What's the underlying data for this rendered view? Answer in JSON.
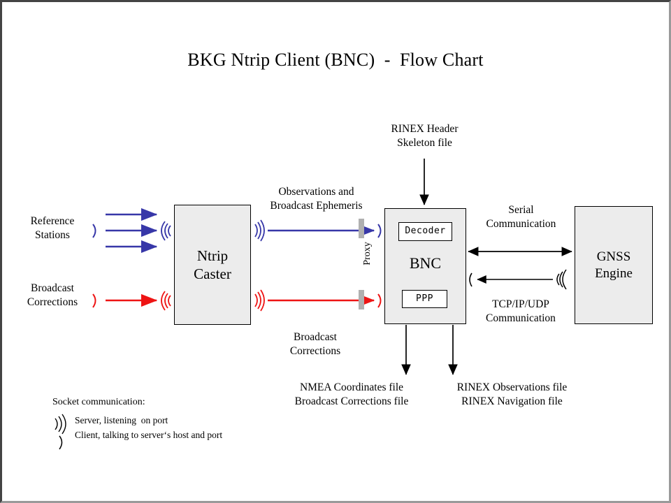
{
  "title": "BKG Ntrip Client (BNC)  -  Flow Chart",
  "colors": {
    "blue": "#3737a8",
    "red": "#ee1414",
    "black": "#000000",
    "box_fill": "#ececec",
    "proxy_bar": "#b0b0b0",
    "frame_dark": "#444444",
    "frame_light": "#9a9a9a"
  },
  "nodes": {
    "ntrip_caster": "Ntrip\nCaster",
    "bnc": "BNC",
    "decoder": "Decoder",
    "ppp": "PPP",
    "gnss_engine": "GNSS\nEngine"
  },
  "labels": {
    "reference_stations": "Reference\nStations",
    "broadcast_corrections_in": "Broadcast\nCorrections",
    "observations_ephemeris": "Observations and\nBroadcast Ephemeris",
    "broadcast_corrections_out": "Broadcast\nCorrections",
    "rinex_header_skeleton": "RINEX Header\nSkeleton file",
    "serial_communication": "Serial\nCommunication",
    "tcpip_communication": "TCP/IP/UDP\nCommunication",
    "proxy": "Proxy",
    "output_nmea": "NMEA Coordinates file\nBroadcast Corrections file",
    "output_rinex": "RINEX Observations file\nRINEX Navigation file"
  },
  "legend": {
    "title": "Socket communication:",
    "items": [
      {
        "symbol": "server-antenna-icon",
        "text": "Server, listening  on port"
      },
      {
        "symbol": "client-paren-icon",
        "text": "Client, talking to server‘s host and port"
      }
    ]
  },
  "connections": [
    {
      "name": "reference-stations-to-caster",
      "color": "#3737a8",
      "style": "arrow",
      "count": 3
    },
    {
      "name": "broadcast-corrections-to-caster",
      "color": "#ee1414",
      "style": "arrow",
      "count": 1
    },
    {
      "name": "caster-to-bnc-observations",
      "color": "#3737a8",
      "style": "arrow",
      "count": 1
    },
    {
      "name": "caster-to-bnc-corrections",
      "color": "#ee1414",
      "style": "arrow",
      "count": 1
    },
    {
      "name": "rinex-header-to-bnc",
      "color": "#000000",
      "style": "arrow",
      "count": 1
    },
    {
      "name": "bnc-gnss-serial",
      "color": "#000000",
      "style": "double-arrow",
      "count": 1
    },
    {
      "name": "gnss-to-bnc-tcpip",
      "color": "#000000",
      "style": "arrow",
      "count": 1
    },
    {
      "name": "bnc-to-output-nmea",
      "color": "#000000",
      "style": "arrow",
      "count": 1
    },
    {
      "name": "bnc-to-output-rinex",
      "color": "#000000",
      "style": "arrow",
      "count": 1
    }
  ]
}
